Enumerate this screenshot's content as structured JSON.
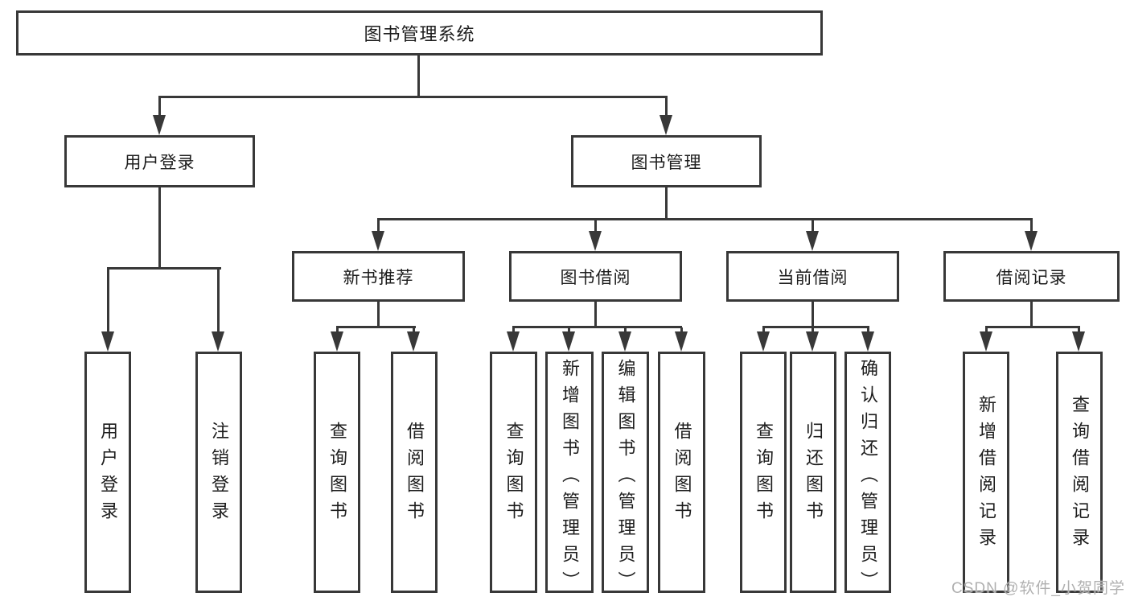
{
  "nodes": {
    "root": "图书管理系统",
    "user_login": "用户登录",
    "book_mgmt": "图书管理",
    "new_book": "新书推荐",
    "book_borrow": "图书借阅",
    "current_borrow": "当前借阅",
    "borrow_record": "借阅记录",
    "leaves": {
      "user_login": [
        "用户登录",
        "注销登录"
      ],
      "new_book": [
        "查询图书",
        "借阅图书"
      ],
      "book_borrow": [
        "查询图书",
        "新增图书（管理员）",
        "编辑图书（管理员）",
        "借阅图书"
      ],
      "current_borrow": [
        "查询图书",
        "归还图书",
        "确认归还（管理员）"
      ],
      "borrow_record": [
        "新增借阅记录",
        "查询借阅记录"
      ]
    }
  },
  "watermark": "CSDN @软件_小贺同学",
  "colors": {
    "line": "#383838",
    "text": "#1c1c1c",
    "background": "#ffffff",
    "watermark": "#b0b0b0"
  }
}
